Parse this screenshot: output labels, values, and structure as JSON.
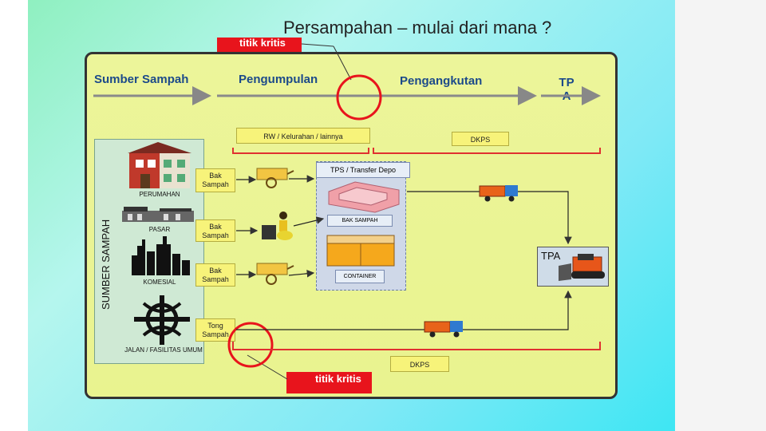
{
  "title": "Persampahan – mulai dari mana ?",
  "kritis_top": "titik kritis",
  "kritis_bottom": "titik kritis",
  "stages": {
    "sumber": "Sumber Sampah",
    "pengumpulan": "Pengumpulan",
    "pengangkutan": "Pengangkutan",
    "tpa": "TP A"
  },
  "bracket_labels": {
    "rw": "RW / Kelurahan / lainnya",
    "dkps_top": "DKPS",
    "dkps_bottom": "DKPS"
  },
  "sumber_sampah_label": "SUMBER SAMPAH",
  "sources": [
    {
      "name": "PERUMAHAN",
      "bin": "Bak Sampah"
    },
    {
      "name": "PASAR",
      "bin": "Bak Sampah"
    },
    {
      "name": "KOMESIAL",
      "bin": "Bak Sampah"
    },
    {
      "name": "JALAN / FASILITAS UMUM",
      "bin": "Tong Sampah"
    }
  ],
  "tps": {
    "title": "TPS / Transfer Depo",
    "bak": "BAK SAMPAH",
    "container": "CONTAINER"
  },
  "tpa_label": "TPA",
  "colors": {
    "accent": "#e8141c",
    "header_text": "#1c4a8a",
    "panel": "#ecf59a"
  }
}
